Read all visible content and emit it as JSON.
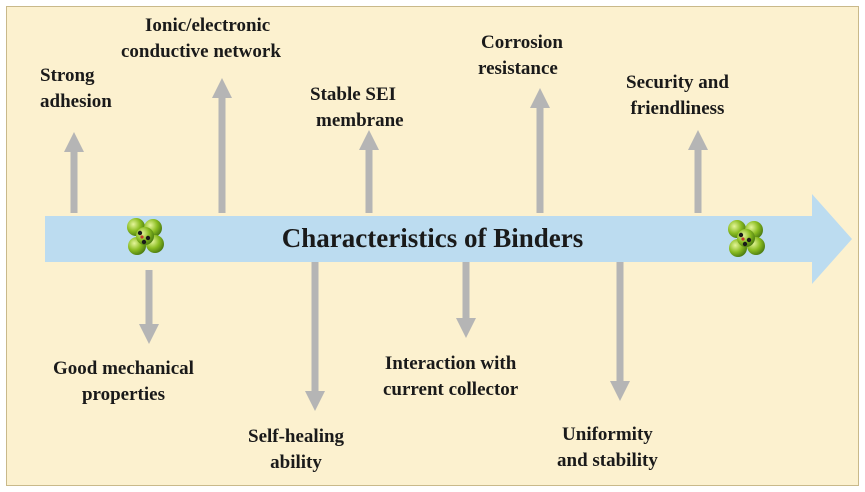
{
  "title": "Characteristics of Binders",
  "colors": {
    "background": "#fcf1cf",
    "main_arrow": "#bcdcf0",
    "branch_arrow": "#b5b5b5",
    "molecule_green": "#7fb020",
    "text": "#1a1a1a"
  },
  "icons": [
    "binder-molecule-icon",
    "binder-molecule-icon"
  ],
  "top_labels": [
    {
      "line1": "Strong",
      "line2": "adhesion"
    },
    {
      "line1": "Ionic/electronic",
      "line2": "conductive network"
    },
    {
      "line1": "Stable SEI",
      "line2": "membrane"
    },
    {
      "line1": "Corrosion",
      "line2": "resistance"
    },
    {
      "line1": "Security and",
      "line2": "friendliness"
    }
  ],
  "bottom_labels": [
    {
      "line1": "Good mechanical",
      "line2": "properties"
    },
    {
      "line1": "Self-healing",
      "line2": "ability"
    },
    {
      "line1": "Interaction with",
      "line2": "current collector"
    },
    {
      "line1": "Uniformity",
      "line2": "and stability"
    }
  ]
}
